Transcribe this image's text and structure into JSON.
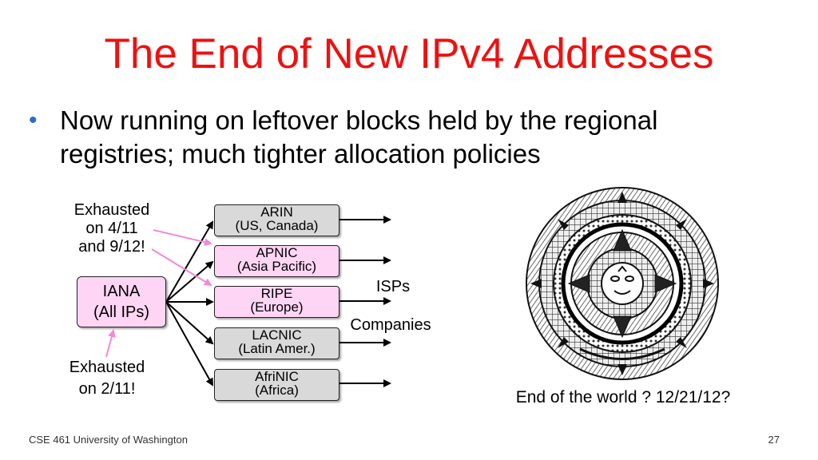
{
  "slide": {
    "title": "The End of New IPv4 Addresses",
    "bullet": "Now running on leftover blocks held by the regional registries; much tighter allocation policies",
    "bullet_symbol": "•"
  },
  "diagram": {
    "iana": {
      "line1": "IANA",
      "line2": "(All IPs)"
    },
    "registries": [
      {
        "name": "ARIN",
        "region": "(US, Canada)",
        "color": "#d9d9d9"
      },
      {
        "name": "APNIC",
        "region": "(Asia Pacific)",
        "color": "#ffd5f5"
      },
      {
        "name": "RIPE",
        "region": "(Europe)",
        "color": "#ffd5f5"
      },
      {
        "name": "LACNIC",
        "region": "(Latin Amer.)",
        "color": "#d9d9d9"
      },
      {
        "name": "AfriNIC",
        "region": "(Africa)",
        "color": "#d9d9d9"
      }
    ],
    "exhausted_top": {
      "line1": "Exhausted",
      "line2": "on 4/11",
      "line3": "and 9/12!"
    },
    "exhausted_bottom": {
      "line1": "Exhausted",
      "line2": "on 2/11!"
    },
    "isps": "ISPs",
    "companies": "Companies",
    "arrow_highlight_color": "#f08ad8"
  },
  "image": {
    "icon": "aztec-calendar-stone",
    "caption": "End of the world ? 12/21/12?"
  },
  "footer": {
    "course": "CSE 461 University of Washington",
    "page_number": "27"
  }
}
